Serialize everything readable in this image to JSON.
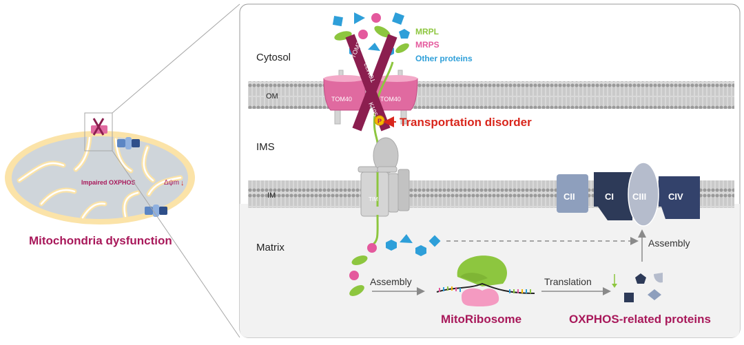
{
  "left": {
    "impaired_label": "Impaired OXPHOS",
    "potential_label": "Δψm",
    "potential_arrow": "↓",
    "caption": "Mitochondria dysfunction"
  },
  "compartments": {
    "cytosol": "Cytosol",
    "om": "OM",
    "ims": "IMS",
    "im": "IM",
    "matrix": "Matrix"
  },
  "legend": {
    "mrpl": "MRPL",
    "mrps": "MRPS",
    "other": "Other proteins"
  },
  "tom": {
    "tom22_left": "TOM22",
    "tom22_right": "TOM22",
    "tom40_left": "TOM40",
    "tom40_right": "TOM40",
    "k105": "K105",
    "phospho": "P",
    "disorder": "Transportation disorder"
  },
  "tim": {
    "label": "TIM"
  },
  "complexes": {
    "cii": "CII",
    "ci": "CI",
    "ciii": "CIII",
    "civ": "CIV"
  },
  "process": {
    "assembly_top": "Assembly",
    "assembly_bottom": "Assembly",
    "translation": "Translation",
    "mitoribosome": "MitoRibosome",
    "oxphos_proteins": "OXPHOS-related proteins"
  },
  "colors": {
    "mrpl": "#8dc63f",
    "mrps": "#e4599d",
    "other": "#2e9fd9",
    "tom": "#e06aa0",
    "tom22": "#8b1e4f",
    "accent_red": "#d9261c",
    "caption": "#a8185a",
    "complex_dark": "#2d3a58",
    "complex_blue": "#33426b"
  }
}
